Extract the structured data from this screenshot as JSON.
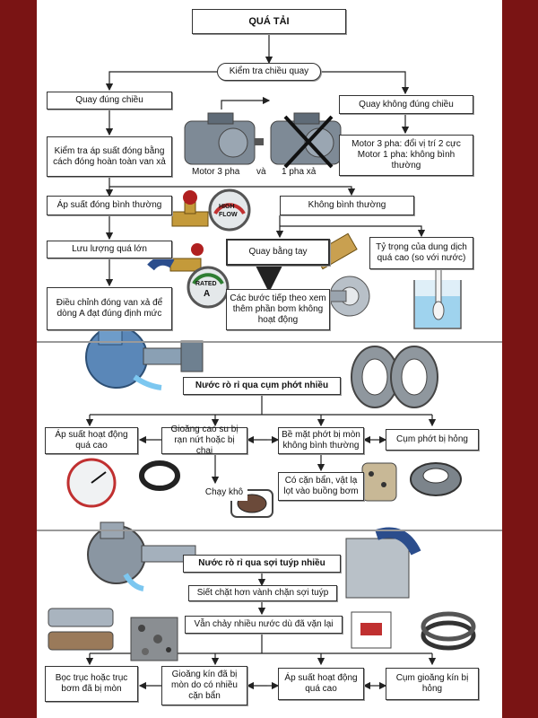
{
  "colors": {
    "frame": "#7a1414",
    "sheet": "#ffffff",
    "line": "#222222"
  },
  "section1": {
    "title": "QUÁ TẢI",
    "check_rotation": "Kiểm tra chiều quay",
    "correct_rotation": "Quay đúng chiều",
    "wrong_rotation": "Quay không đúng chiều",
    "check_pressure": "Kiểm tra áp suất đóng bằng cách đóng hoàn toàn van xả",
    "motor_fix": "Motor 3 pha: đổi vị trí 2 cực Motor 1 pha: không bình thường",
    "motor3_label": "Motor 3 pha",
    "and_label": "và",
    "motor1_label": "1 pha xả",
    "pressure_normal": "Áp suất đóng bình thường",
    "abnormal": "Không bình thường",
    "flow_high": "Lưu lượng quá lớn",
    "turn_by_hand": "Quay bằng tay",
    "density_high": "Tỷ trọng của dung dịch quá cao (so với nước)",
    "adjust_valve": "Điều chỉnh đóng van xả để dòng A đạt đúng định mức",
    "next_steps": "Các bước tiếp theo xem thêm phần bơm không hoạt động",
    "gauge_high_top": "HIGH",
    "gauge_high_bottom": "FLOW",
    "gauge_rated_top": "RATED",
    "gauge_rated_bottom": "A"
  },
  "section2": {
    "title": "Nước rò rỉ qua cụm phớt nhiều",
    "op_pressure_high": "Áp suất hoạt động quá cao",
    "gasket_cracked": "Gioăng cao su bị rạn nứt hoặc bị chai",
    "seal_face_worn": "Bề mặt phớt bị mòn không bình thường",
    "seal_broken": "Cụm phớt bị hỏng",
    "dry_run": "Chạy khô",
    "dirt_in_chamber": "Có cặn bẩn, vật lạ lọt vào buồng bơm"
  },
  "section3": {
    "title": "Nước rò rỉ qua sợi tuýp nhiều",
    "tighten_gland": "Siết chặt hơn vành chặn sợi tuýp",
    "still_leaking": "Vẫn chảy nhiều nước dù đã vặn lại",
    "shaft_sleeve_worn": "Bọc trục hoặc trục bơm đã bị mòn",
    "seal_worn_dirt": "Gioăng kín đã bị mòn do có nhiều cặn bẩn",
    "op_pressure_high": "Áp suất hoạt động quá cao",
    "packing_broken": "Cụm gioăng kín bị hỏng"
  }
}
